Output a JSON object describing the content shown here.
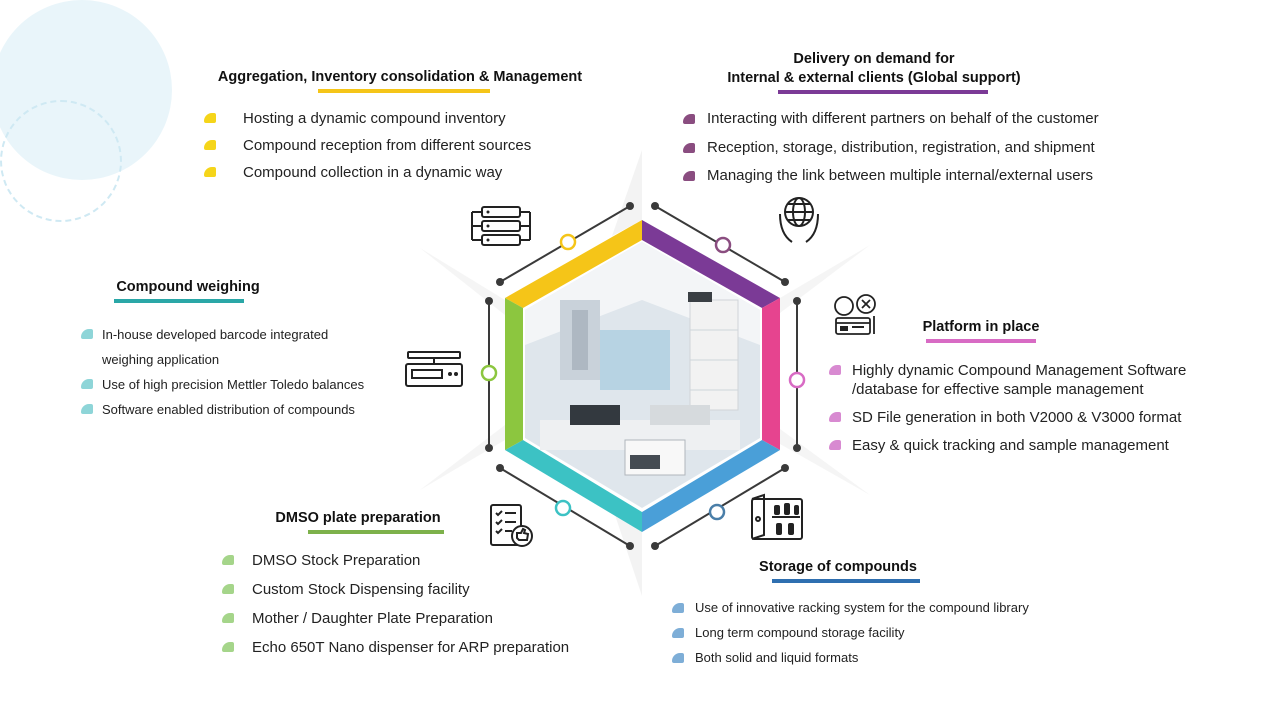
{
  "sections": {
    "aggregation": {
      "title": "Aggregation, Inventory consolidation & Management",
      "color": "#f5c518",
      "items": [
        "Hosting a dynamic compound inventory",
        "Compound reception from different sources",
        "Compound collection in a dynamic way"
      ]
    },
    "delivery": {
      "title_line1": "Delivery on demand for",
      "title_line2": "Internal & external clients (Global support)",
      "color": "#7b3a96",
      "items": [
        "Interacting with different partners on behalf of the customer",
        "Reception, storage, distribution, registration, and shipment",
        "Managing the link between multiple internal/external users"
      ]
    },
    "weighing": {
      "title": "Compound weighing",
      "color": "#2aa7a7",
      "items": [
        "In-house developed barcode integrated",
        "weighing application",
        "Use of high precision Mettler Toledo balances",
        "Software enabled distribution of compounds"
      ]
    },
    "platform": {
      "title": "Platform in place",
      "color": "#d86bc4",
      "items": [
        "Highly dynamic Compound Management Software /database for effective sample management",
        "SD File generation in both V2000 & V3000 format",
        "Easy & quick tracking and sample management"
      ]
    },
    "dmso": {
      "title": "DMSO plate preparation",
      "color": "#7db14b",
      "items": [
        "DMSO Stock Preparation",
        "Custom Stock Dispensing facility",
        "Mother / Daughter Plate Preparation",
        "Echo 650T Nano dispenser for ARP preparation"
      ]
    },
    "storage": {
      "title": "Storage of compounds",
      "color": "#2f6fb0",
      "items": [
        "Use of innovative racking system for the compound library",
        "Long term compound storage facility",
        "Both solid and liquid formats"
      ]
    }
  },
  "icons": {
    "aggregation": "server-rack-icon",
    "delivery": "globe-hands-icon",
    "weighing": "weighing-scale-icon",
    "platform": "software-network-icon",
    "dmso": "checklist-icon",
    "storage": "storage-cabinet-icon"
  }
}
